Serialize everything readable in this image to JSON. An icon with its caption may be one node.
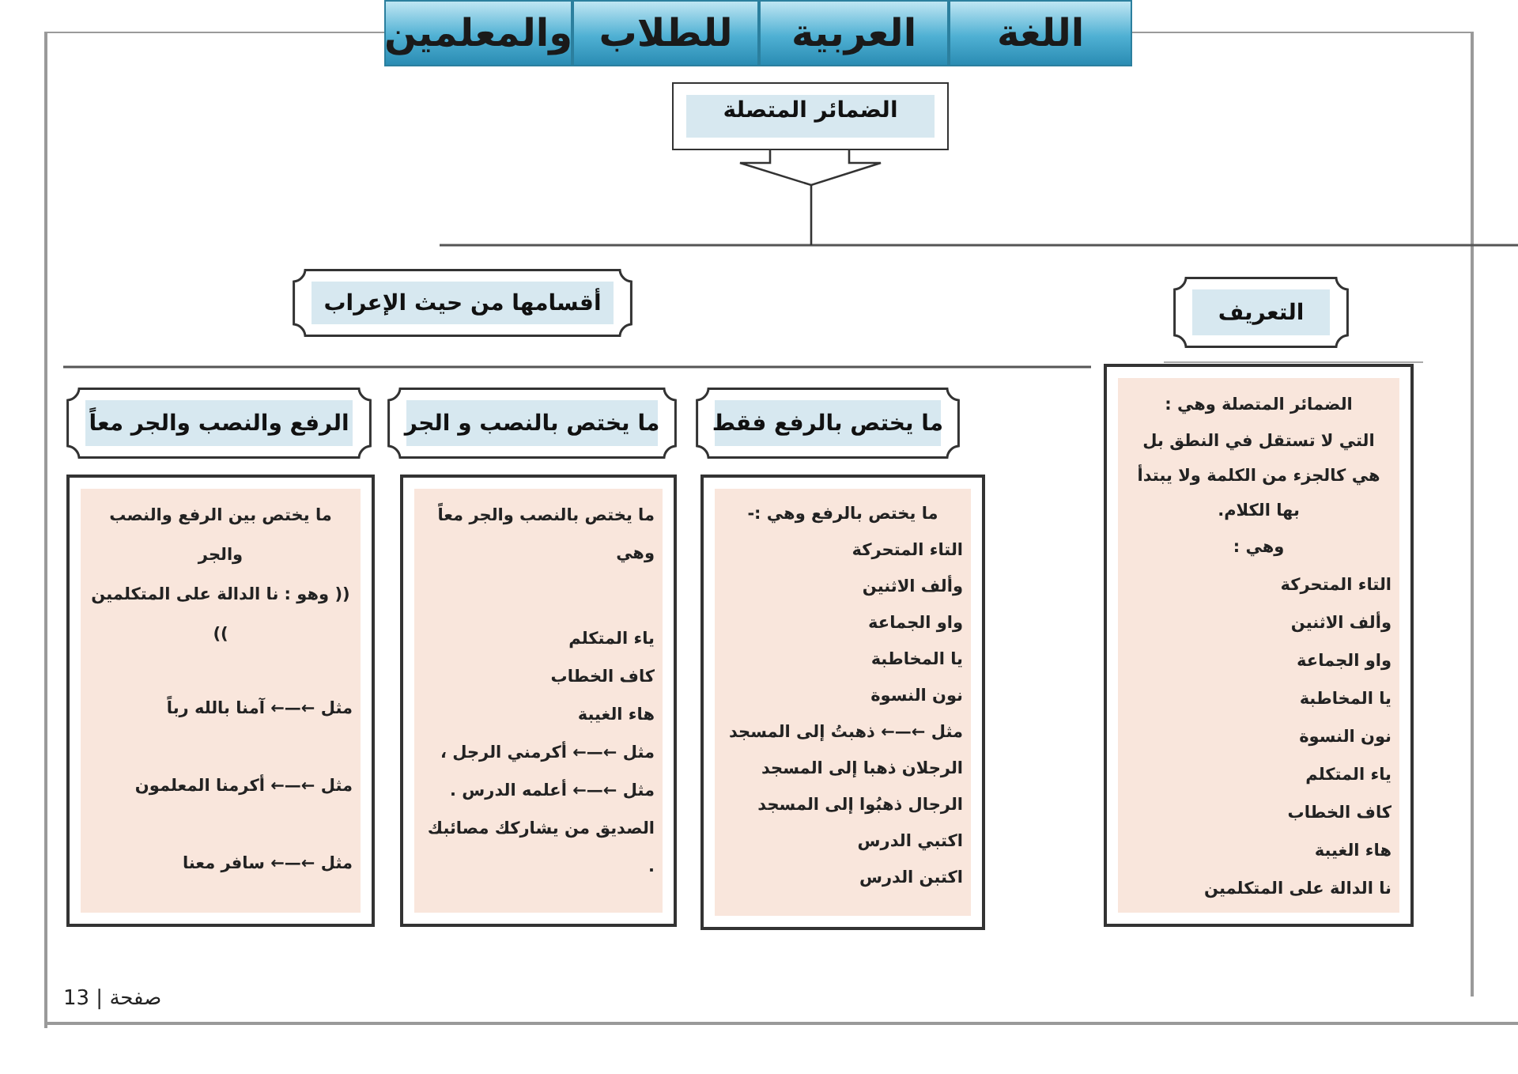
{
  "diagram": {
    "nodes": [
      {
        "text": [
          "الضمائر المتصلة"
        ]
      },
      {
        "text": [
          "التعريف"
        ]
      },
      {
        "text": [
          "أقسامها من حيث الإعراب"
        ]
      },
      {
        "text": [
          "الضمائر المتصلة وهي :",
          "التي لا تستقل في النطق بل هي كالجزء من الكلمة ولا يبتدأ بها الكلام.",
          "وهي :",
          "التاء المتحركة",
          "وألف الاثنين",
          "واو الجماعة",
          "يا المخاطبة",
          "نون النسوة",
          "ياء المتكلم",
          "كاف الخطاب",
          "هاء الغيبة",
          "نا الدالة على المتكلمين"
        ]
      },
      {
        "text": [
          "ما يختص بالرفع فقط"
        ]
      },
      {
        "text": [
          "ما يختص بالنصب و الجر"
        ]
      },
      {
        "text": [
          "الرفع والنصب والجر معاً"
        ]
      },
      {
        "text": [
          "ما يختص بالرفع وهي :-",
          "التاء المتحركة",
          "وألف الاثنين",
          "واو الجماعة",
          "يا المخاطبة",
          "نون النسوة",
          "مثل ←—← ذهبتُ إلى المسجد",
          "الرجلان ذهبا إلى المسجد",
          "الرجال ذهبُوا إلى المسجد",
          "اكتبي الدرس",
          "اكتبن الدرس"
        ]
      },
      {
        "text": [
          "ما يختص بالنصب والجر معاً وهي",
          "ياء المتكلم",
          "كاف الخطاب",
          "هاء الغيبة",
          "مثل ←—← أكرمني الرجل ،",
          "مثل ←—← أعلمه الدرس .",
          "الصديق من يشاركك مصائبك ."
        ]
      },
      {
        "text": [
          "ما يختص بين الرفع والنصب والجر",
          "(( وهو : نا الدالة على المتكلمين ))",
          "مثل ←—← آمنا بالله رباً",
          "مثل ←—← أكرمنا المعلمون",
          "مثل ←—← سافر معنا"
        ]
      }
    ],
    "labels": [
      "اللغة",
      "العربية",
      "للطلاب",
      "والمعلمين",
      "صفحة | 13"
    ]
  }
}
